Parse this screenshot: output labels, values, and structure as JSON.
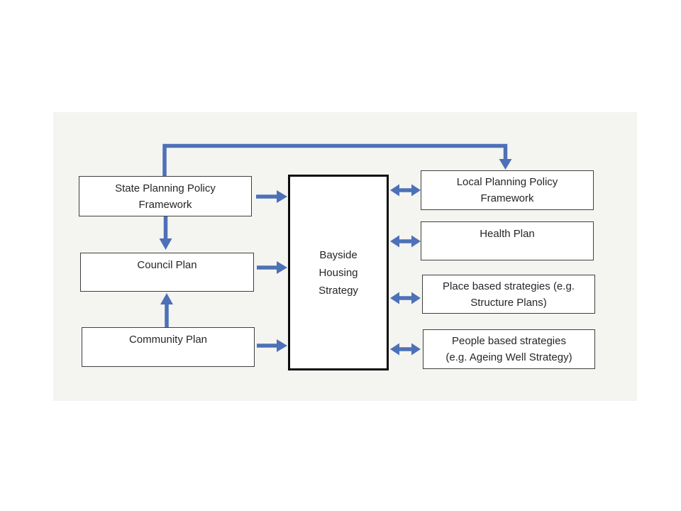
{
  "colors": {
    "arrow_blue": "#4d71b7",
    "box_border": "#3f3f3f",
    "center_box_border": "#0d0d0d",
    "text": "#262626",
    "panel_background": "#f4f4f0"
  },
  "nodes": {
    "state_planning": {
      "label": "State Planning Policy\nFramework"
    },
    "council_plan": {
      "label": "Council Plan"
    },
    "community_plan": {
      "label": "Community Plan"
    },
    "bayside_housing": {
      "label": "Bayside\nHousing\nStrategy"
    },
    "local_planning": {
      "label": "Local Planning Policy\nFramework"
    },
    "health_plan": {
      "label": "Health Plan"
    },
    "place_strategies": {
      "label": "Place based strategies (e.g.\nStructure Plans)"
    },
    "people_strategies": {
      "label": "People based strategies\n(e.g. Ageing Well Strategy)"
    }
  },
  "connections": [
    {
      "from": "State Planning Policy Framework",
      "to": "Local Planning Policy Framework",
      "type": "one-way"
    },
    {
      "from": "State Planning Policy Framework",
      "to": "Bayside Housing Strategy",
      "type": "one-way"
    },
    {
      "from": "State Planning Policy Framework",
      "to": "Council Plan",
      "type": "one-way"
    },
    {
      "from": "Community Plan",
      "to": "Council Plan",
      "type": "one-way"
    },
    {
      "from": "Council Plan",
      "to": "Bayside Housing Strategy",
      "type": "one-way"
    },
    {
      "from": "Community Plan",
      "to": "Bayside Housing Strategy",
      "type": "one-way"
    },
    {
      "from": "Bayside Housing Strategy",
      "to": "Local Planning Policy Framework",
      "type": "two-way"
    },
    {
      "from": "Bayside Housing Strategy",
      "to": "Health Plan",
      "type": "two-way"
    },
    {
      "from": "Bayside Housing Strategy",
      "to": "Place based strategies (e.g. Structure Plans)",
      "type": "two-way"
    },
    {
      "from": "Bayside Housing Strategy",
      "to": "People based strategies (e.g. Ageing Well Strategy)",
      "type": "two-way"
    }
  ]
}
